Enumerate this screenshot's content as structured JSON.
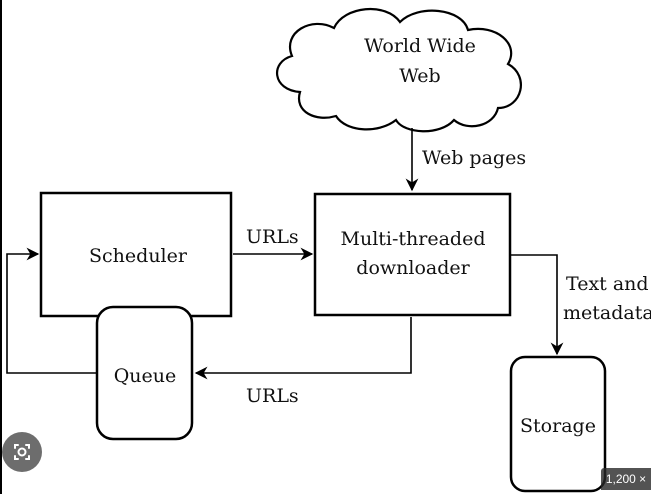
{
  "diagram": {
    "cloud_label_line1": "World Wide",
    "cloud_label_line2": "Web",
    "edge_web_pages": "Web pages",
    "scheduler": "Scheduler",
    "edge_urls_top": "URLs",
    "downloader_line1": "Multi-threaded",
    "downloader_line2": "downloader",
    "edge_text_line1": "Text and",
    "edge_text_line2": "metadata",
    "queue": "Queue",
    "edge_urls_bottom": "URLs",
    "storage": "Storage"
  },
  "overlay": {
    "image_size_badge": "1,200 ×",
    "lens_icon": "google-lens-icon"
  }
}
